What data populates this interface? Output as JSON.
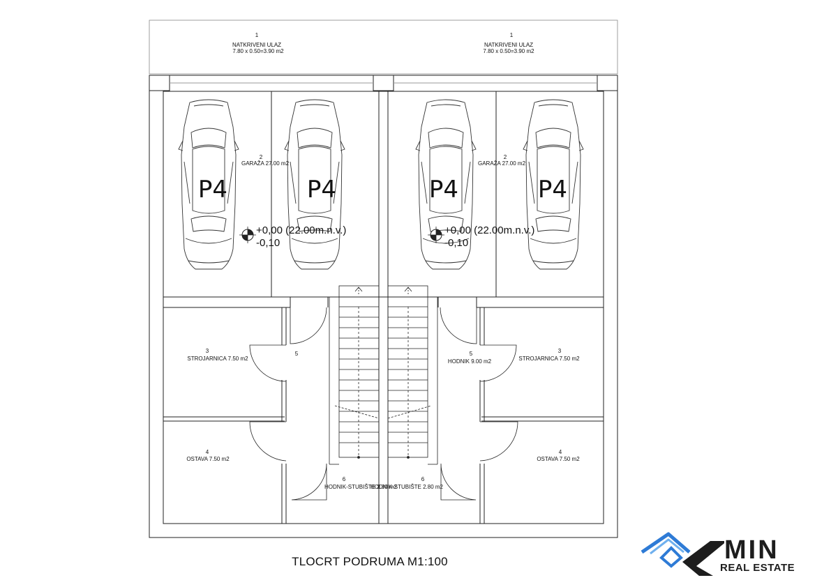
{
  "rooms": {
    "entrance_left": {
      "num": "1",
      "name": "NATKRIVENI ULAZ",
      "area": "7.80 x 0.50=3.90 m2"
    },
    "entrance_right": {
      "num": "1",
      "name": "NATKRIVENI ULAZ",
      "area": "7.80 x 0.50=3.90 m2"
    },
    "garage_left": {
      "num": "2",
      "name": "GARAŽA 27.00 m2"
    },
    "garage_right": {
      "num": "2",
      "name": "GARAŽA 27.00 m2"
    },
    "machine_left": {
      "num": "3",
      "name": "STROJARNICA 7.50 m2"
    },
    "machine_right": {
      "num": "3",
      "name": "STROJARNICA 7.50 m2"
    },
    "storage_left": {
      "num": "4",
      "name": "OSTAVA 7.50 m2"
    },
    "storage_right": {
      "num": "4",
      "name": "OSTAVA 7.50 m2"
    },
    "hall_left": {
      "num": "5"
    },
    "hall_right": {
      "num": "5",
      "name": "HODNIK 9.00 m2"
    },
    "stair_left": {
      "num": "6",
      "name": "HODNIK-STUBIŠTE 2.80 m2"
    },
    "stair_right": {
      "num": "6",
      "name": "HODNIK-STUBIŠTE 2.80 m2"
    }
  },
  "parking_label": "P4",
  "level": {
    "main": "+0,00 (22.00m.n.v.)",
    "sub": "-0,10"
  },
  "drawing_title": "TLOCRT PODRUMA M1:100",
  "logo": {
    "word": "MIN",
    "sub": "REAL ESTATE",
    "accent_color": "#2e7bd6",
    "dark_color": "#1d1d1d"
  }
}
